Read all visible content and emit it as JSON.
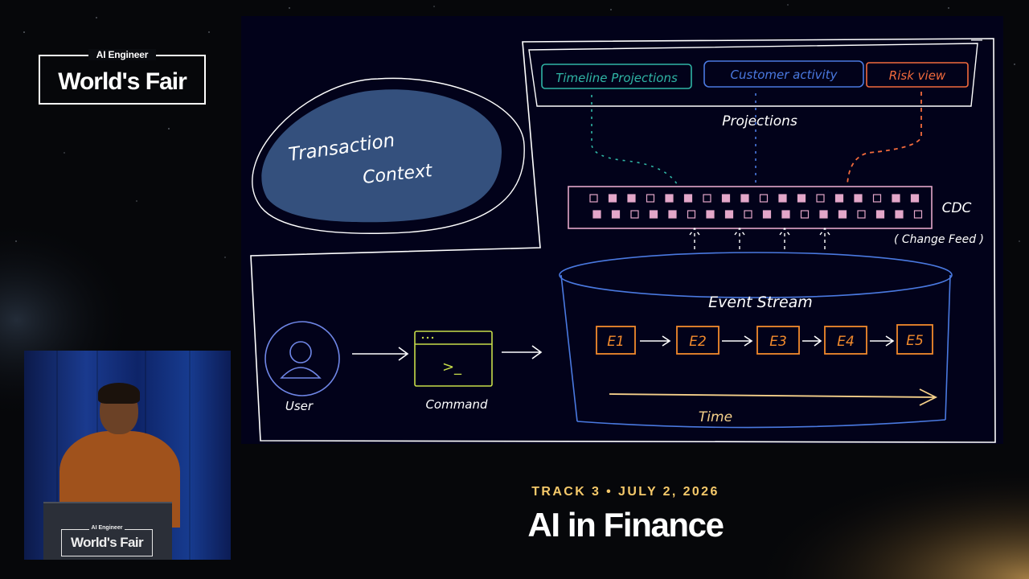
{
  "event_logo": {
    "small": "AI Engineer",
    "big": "World's Fair"
  },
  "slide": {
    "ellipse_label_line1": "Transaction",
    "ellipse_label_line2": "Context",
    "projections": {
      "timeline": "Timeline Projections",
      "customer": "Customer activity",
      "risk": "Risk view",
      "caption": "Projections"
    },
    "cdc": {
      "label": "CDC",
      "sublabel": "( Change Feed )"
    },
    "event_stream": {
      "title": "Event Stream",
      "events": [
        "E1",
        "E2",
        "E3",
        "E4",
        "E5"
      ],
      "time_label": "Time"
    },
    "user_label": "User",
    "command_label": "Command",
    "command_prompt": ">_"
  },
  "speaker_logo": {
    "small": "AI Engineer",
    "big": "World's Fair"
  },
  "session": {
    "track": "TRACK 3 • JULY 2, 2026",
    "title": "AI in Finance"
  },
  "colors": {
    "timeline": "#2fb5a5",
    "customer": "#4a79e0",
    "risk": "#f26a3c",
    "event": "#f28a2c",
    "cdc": "#e3a7c9",
    "command": "#c7dd4a",
    "user": "#6f86e6",
    "ellipse": "#34507d",
    "track": "#f5c96a"
  }
}
